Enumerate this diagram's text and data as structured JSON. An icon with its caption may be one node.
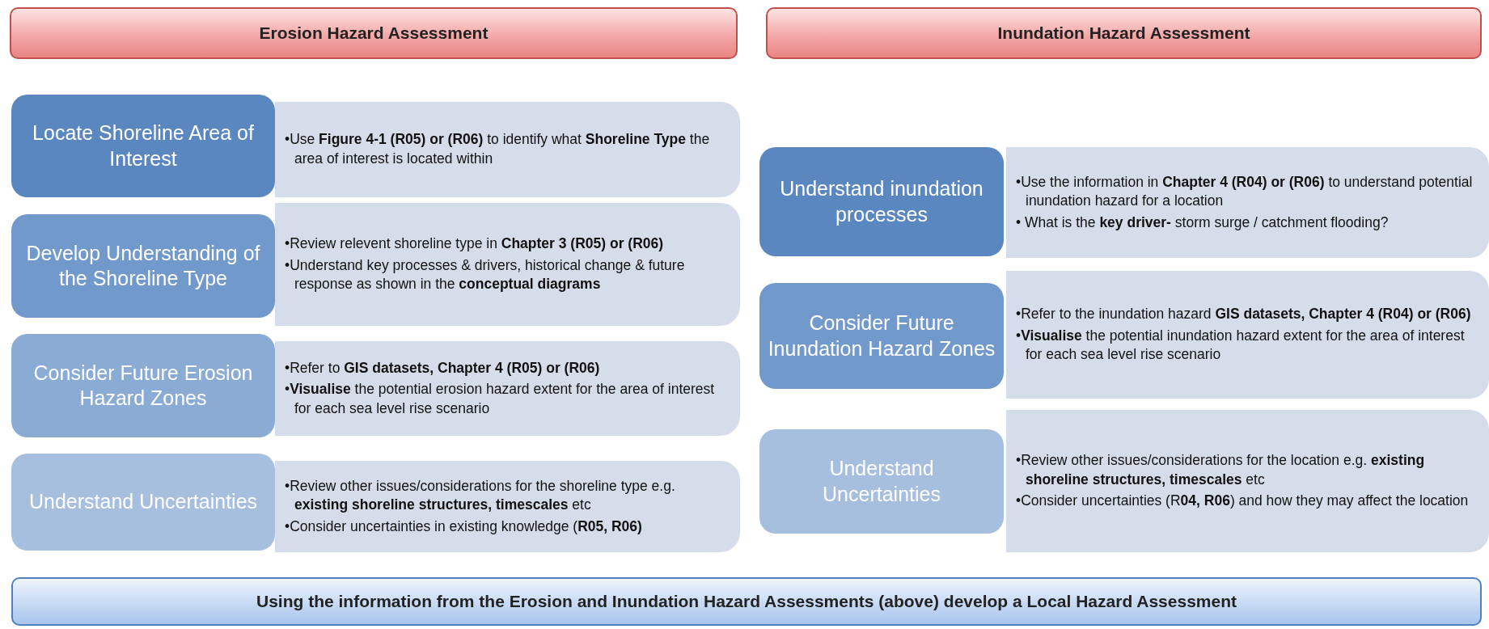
{
  "diagram": {
    "nodes": [
      {
        "text": [
          "Erosion Hazard Assessment"
        ]
      },
      {
        "text": [
          "Inundation Hazard Assessment"
        ]
      },
      {
        "text": [
          "Locate Shoreline Area of Interest"
        ]
      },
      {
        "text": [
          "•Use **Figure 4-1 (R05) or (R06)** to identify what **Shoreline Type** the area of interest is located within"
        ]
      },
      {
        "text": [
          "Develop Understanding of the Shoreline Type"
        ]
      },
      {
        "text": [
          "•Review relevent shoreline type in **Chapter 3 (R05) or (R06)**",
          "•Understand key processes & drivers, historical change & future response as shown in the **conceptual diagrams**"
        ]
      },
      {
        "text": [
          "Consider Future Erosion Hazard Zones"
        ]
      },
      {
        "text": [
          "•Refer to **GIS datasets, Chapter 4 (R05) or (R06)**",
          "•**Visualise** the potential erosion hazard extent for the area of interest for each sea level rise scenario"
        ]
      },
      {
        "text": [
          "Understand Uncertainties"
        ]
      },
      {
        "text": [
          "•Review other issues/considerations for the shoreline type e.g. **existing shoreline structures, timescales** etc",
          "•Consider uncertainties in existing knowledge (**R05, R06)**"
        ]
      },
      {
        "text": [
          "Understand inundation processes"
        ]
      },
      {
        "text": [
          "•Use the information in **Chapter 4 (R04) or (R06)** to understand potential inundation hazard for a location",
          "• What is the **key driver-** storm surge / catchment flooding?"
        ]
      },
      {
        "text": [
          "Consider Future Inundation Hazard Zones"
        ]
      },
      {
        "text": [
          "•Refer to the inundation hazard **GIS datasets, Chapter 4 (R04) or (R06)**",
          "•**Visualise** the potential inundation hazard extent for the area of interest for each sea level rise scenario"
        ]
      },
      {
        "text": [
          "Understand Uncertainties"
        ]
      },
      {
        "text": [
          "•Review other issues/considerations for the location e.g. **existing shoreline structures, timescales** etc",
          "•Consider uncertainties (R**04, R06**) and how they may affect the location"
        ]
      },
      {
        "text": [
          "Using the information from the Erosion and Inundation Hazard Assessments (above) develop a Local Hazard Assessment"
        ]
      }
    ],
    "edges": []
  }
}
